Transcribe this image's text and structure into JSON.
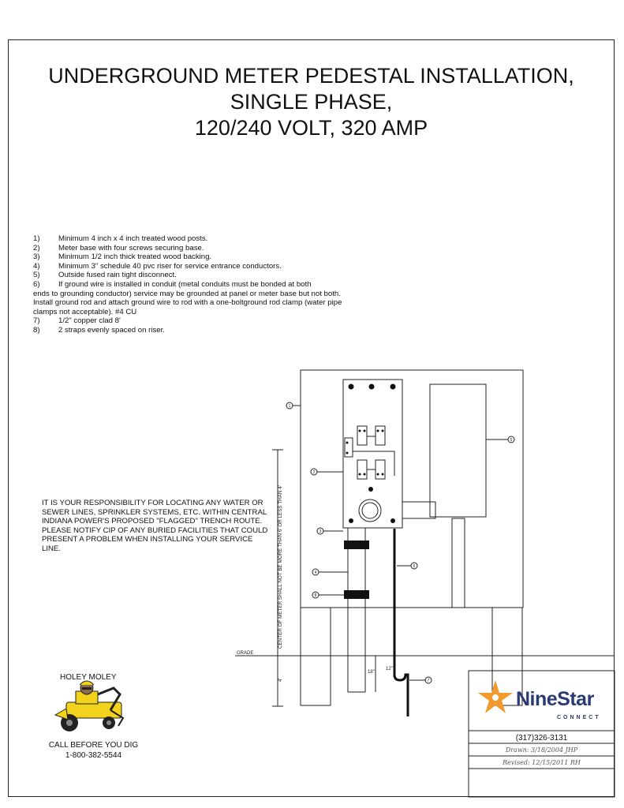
{
  "title": {
    "line1": "UNDERGROUND METER PEDESTAL INSTALLATION,",
    "line2": "SINGLE PHASE,",
    "line3": "120/240 VOLT, 320 AMP"
  },
  "notes": [
    {
      "num": "1)",
      "text": "Minimum 4 inch x 4 inch treated wood posts."
    },
    {
      "num": "2)",
      "text": "Meter base with four screws securing base."
    },
    {
      "num": "3)",
      "text": "Minimum 1/2 inch thick treated wood backing."
    },
    {
      "num": "4)",
      "text": "Minimum 3\" schedule 40 pvc riser for service entrance conductors."
    },
    {
      "num": "5)",
      "text": "Outside fused rain tight disconnect."
    },
    {
      "num": "6)",
      "text": "If ground wire is installed in conduit (metal conduits must be bonded at both"
    },
    {
      "num": "7)",
      "text": "1/2\" copper clad 8'"
    },
    {
      "num": "8)",
      "text": "2 straps evenly spaced on riser."
    }
  ],
  "note6_continuation": "ends to grounding conductor) service may be grounded at panel or meter base but not both. Install ground rod and attach ground wire to rod with a one-boltground rod clamp (water pipe clamps not acceptable). #4 CU",
  "warning": "IT IS YOUR RESPONSIBILITY FOR LOCATING ANY WATER OR SEWER LINES, SPRINKLER SYSTEMS, ETC. WITHIN CENTRAL INDIANA POWER'S PROPOSED \"FLAGGED\" TRENCH ROUTE. PLEASE NOTIFY CIP OF ANY BURIED FACILITIES THAT COULD PRESENT A PROBLEM WHEN INSTALLING YOUR SERVICE LINE.",
  "diagram": {
    "vertical_dimension": "CENTER OF METER SHALL NOT BE MORE THAN 6' OR LESS THAN 4'",
    "grade_label": "GRADE",
    "depth_4": "4'",
    "depth_18": "18\"",
    "depth_12": "12\"",
    "callouts": [
      "1",
      "2",
      "3",
      "4",
      "5",
      "6",
      "7",
      "8"
    ]
  },
  "mascot": {
    "name": "HOLEY MOLEY",
    "call_line": "CALL BEFORE YOU DIG",
    "phone": "1-800-382-5544"
  },
  "title_block": {
    "logo_name": "NineStar",
    "logo_sub": "CONNECT",
    "phone": "(317)326-3131",
    "drawn": "Drawn:   3/18/2004 JHP",
    "revised": "Revised:   12/15/2011 RH"
  },
  "colors": {
    "logo_blue": "#2a3a73",
    "logo_orange": "#f39a2e"
  }
}
